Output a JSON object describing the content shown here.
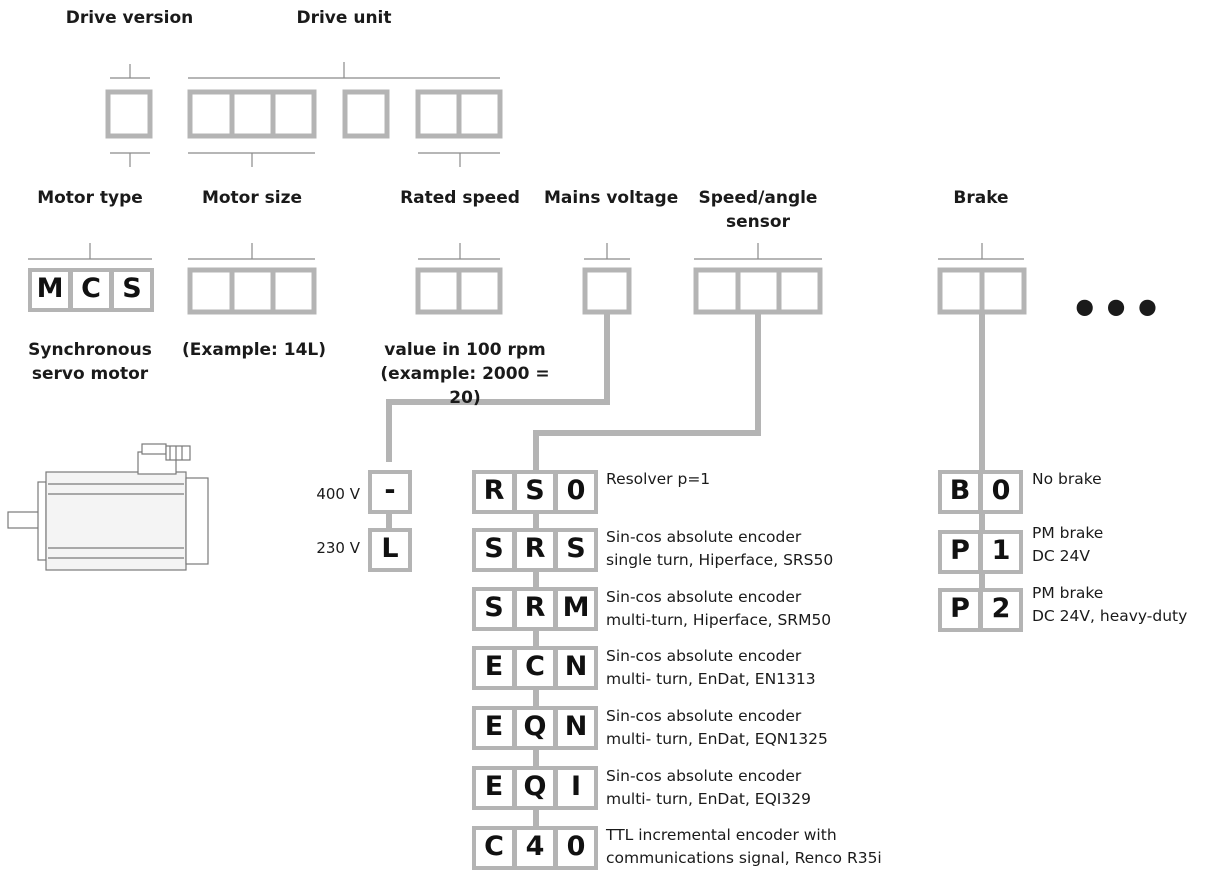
{
  "headers": {
    "drive_version": "Drive version",
    "drive_unit": "Drive unit",
    "motor_type": "Motor type",
    "motor_size": "Motor size",
    "rated_speed": "Rated speed",
    "mains_voltage": "Mains voltage",
    "speed_sensor": "Speed/angle\nsensor",
    "brake": "Brake"
  },
  "motor_type_code": [
    "M",
    "C",
    "S"
  ],
  "notes": {
    "motor_type": "Synchronous\nservo motor",
    "motor_size": "(Example: 14L)",
    "rated_speed": "value in 100 rpm\n(example: 2000 = 20)"
  },
  "continuation": "•••",
  "voltage_options": [
    {
      "label": "400 V",
      "code": "-"
    },
    {
      "label": "230 V",
      "code": "L"
    }
  ],
  "sensor_options": [
    {
      "code": [
        "R",
        "S",
        "0"
      ],
      "desc": "Resolver p=1"
    },
    {
      "code": [
        "S",
        "R",
        "S"
      ],
      "desc": "Sin-cos absolute encoder\nsingle turn, Hiperface, SRS50"
    },
    {
      "code": [
        "S",
        "R",
        "M"
      ],
      "desc": "Sin-cos absolute encoder\nmulti-turn, Hiperface, SRM50"
    },
    {
      "code": [
        "E",
        "C",
        "N"
      ],
      "desc": "Sin-cos absolute encoder\nmulti- turn, EnDat, EN1313"
    },
    {
      "code": [
        "E",
        "Q",
        "N"
      ],
      "desc": "Sin-cos absolute encoder\nmulti- turn, EnDat, EQN1325"
    },
    {
      "code": [
        "E",
        "Q",
        "I"
      ],
      "desc": "Sin-cos absolute encoder\nmulti- turn, EnDat, EQI329"
    },
    {
      "code": [
        "C",
        "4",
        "0"
      ],
      "desc": "TTL incremental encoder with\ncommunications signal, Renco R35i"
    }
  ],
  "brake_options": [
    {
      "code": [
        "B",
        "0"
      ],
      "desc": "No brake"
    },
    {
      "code": [
        "P",
        "1"
      ],
      "desc": "PM brake\nDC 24V"
    },
    {
      "code": [
        "P",
        "2"
      ],
      "desc": "PM brake\nDC 24V, heavy-duty"
    }
  ],
  "colors": {
    "box": "#b4b4b4",
    "line": "#b4b4b4",
    "thin_line": "#8a8a8a",
    "text": "#1a1a1a"
  }
}
